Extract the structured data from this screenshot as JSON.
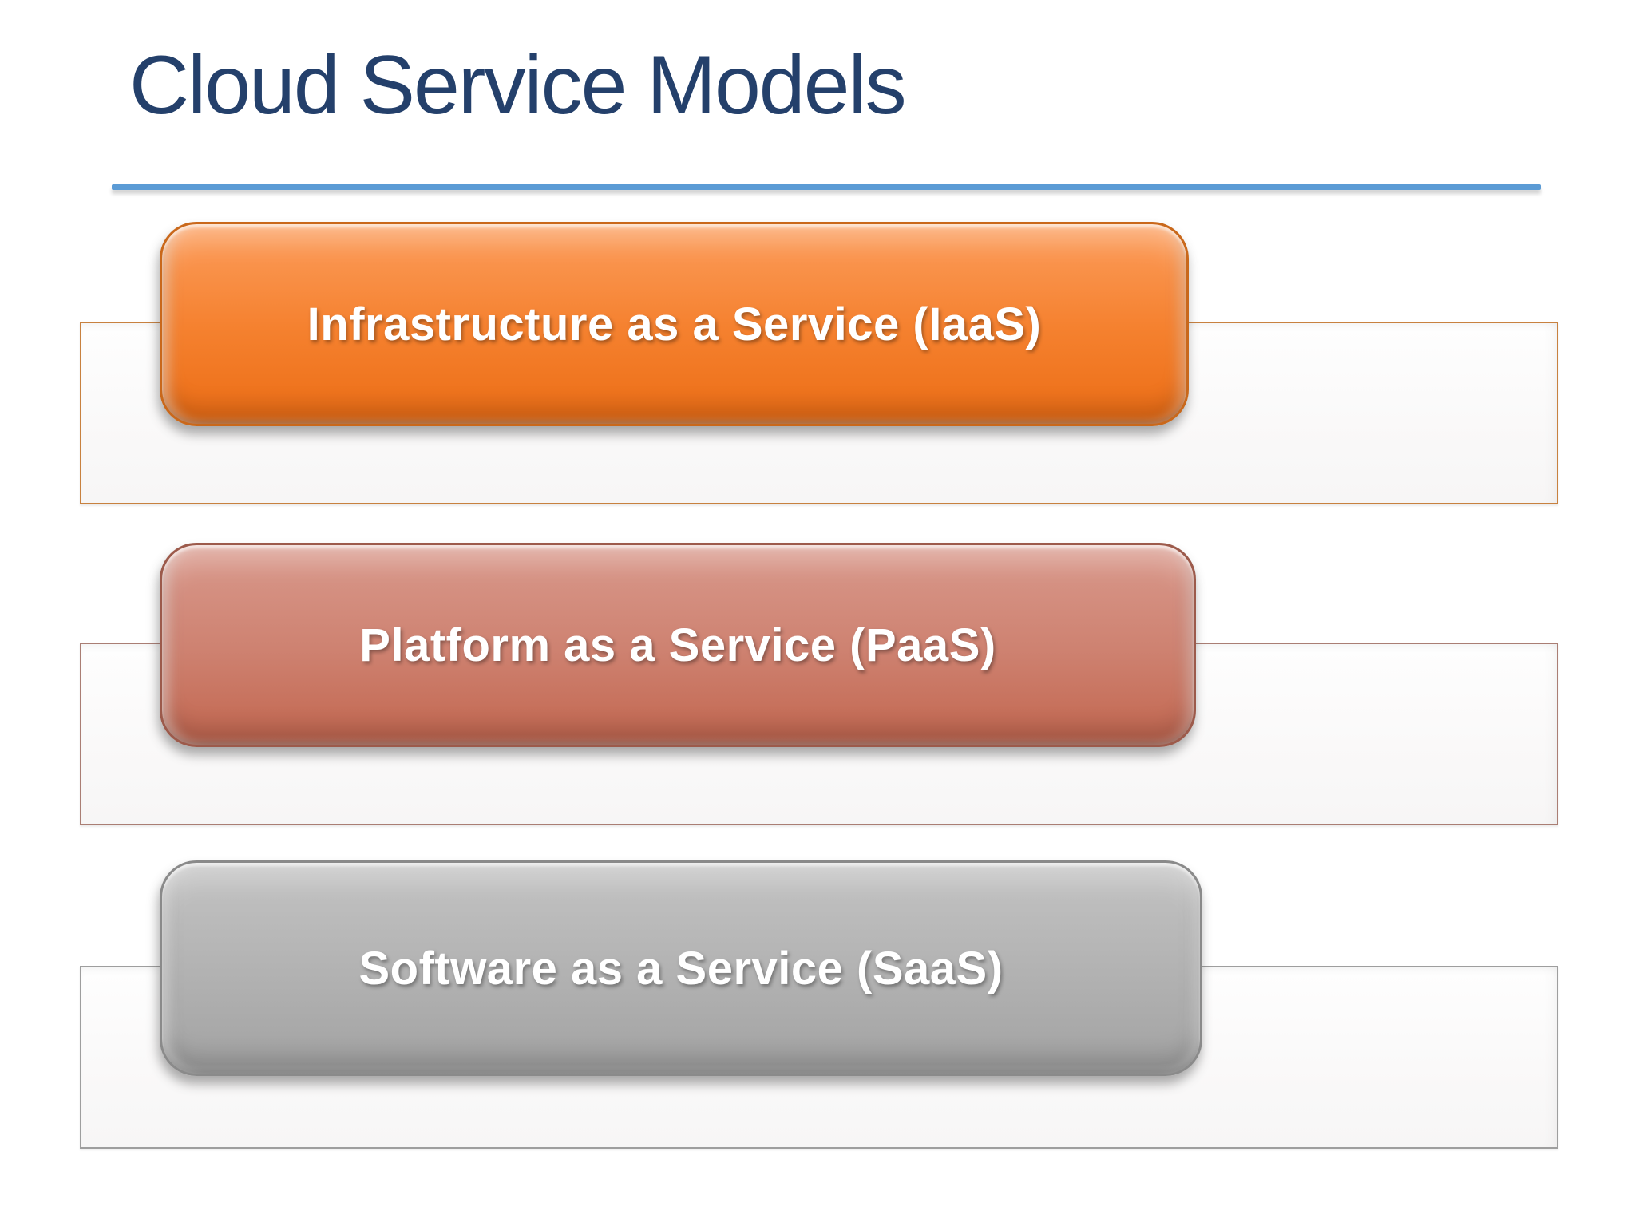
{
  "slide": {
    "title": "Cloud Service Models",
    "title_color": "#24406B",
    "rule_color": "#5B9BD5",
    "background_color": "#FFFFFF",
    "label_text_color": "#FFFFFF",
    "items": [
      {
        "id": "iaas",
        "label": "Infrastructure as a Service (IaaS)",
        "fill_top": "#FC9D5C",
        "fill_mid": "#F5812F",
        "fill_bottom": "#EC6D15",
        "edge": "#C9681B",
        "tray_border": "#C8813F"
      },
      {
        "id": "paas",
        "label": "Platform as a Service (PaaS)",
        "fill_top": "#D9998C",
        "fill_mid": "#CE8271",
        "fill_bottom": "#C2664F",
        "edge": "#9C5A4B",
        "tray_border": "#AA7E74"
      },
      {
        "id": "saas",
        "label": "Software as a Service (SaaS)",
        "fill_top": "#C3C3C3",
        "fill_mid": "#B2B2B2",
        "fill_bottom": "#A2A2A2",
        "edge": "#8A8A8A",
        "tray_border": "#9E9E9E"
      }
    ]
  }
}
